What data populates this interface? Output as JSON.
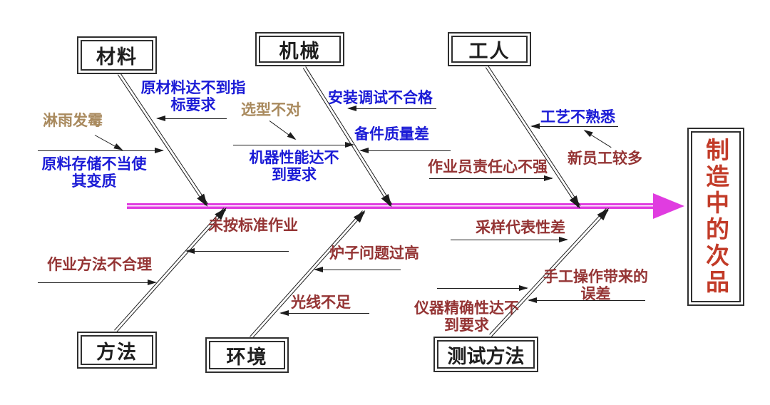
{
  "diagram": {
    "type": "fishbone-cause-effect",
    "effect": "制造中的次品"
  },
  "colors": {
    "spine_arrow": "#e03ce0",
    "primary_cause_text": "#1b1bd6",
    "secondary_cause_text": "#943434",
    "tertiary_cause_text": "#a98a5e",
    "effect_text": "#c23b28",
    "line": "#1c1c1c"
  },
  "categories": {
    "materials": {
      "label": "材料"
    },
    "machinery": {
      "label": "机械"
    },
    "workers": {
      "label": "工人"
    },
    "methods": {
      "label": "方法"
    },
    "environment": {
      "label": "环境"
    },
    "test_methods": {
      "label": "测试方法"
    }
  },
  "causes": {
    "materials": {
      "raw_material_below_spec": "原材料达不到指标要求",
      "rain_mold": "淋雨发霉",
      "improper_storage_deterioration": "原料存储不当使其变质"
    },
    "machinery": {
      "installation_debug_unqualified": "安装调试不合格",
      "wrong_model_selection": "选型不对",
      "machine_performance_below_requirement": "机器性能达不到要求",
      "spare_parts_poor_quality": "备件质量差"
    },
    "workers": {
      "unfamiliar_with_process": "工艺不熟悉",
      "many_new_employees": "新员工较多",
      "weak_operator_responsibility": "作业员责任心不强"
    },
    "methods": {
      "not_following_standard": "未按标准作业",
      "unreasonable_work_method": "作业方法不合理"
    },
    "environment": {
      "furnace_problem_too_high": "炉子问题过高",
      "insufficient_light": "光线不足"
    },
    "test_methods": {
      "poor_sampling_representativeness": "采样代表性差",
      "manual_operation_error": "手工操作带来的误差",
      "instrument_accuracy_below_requirement": "仪器精确性达不到要求"
    }
  }
}
